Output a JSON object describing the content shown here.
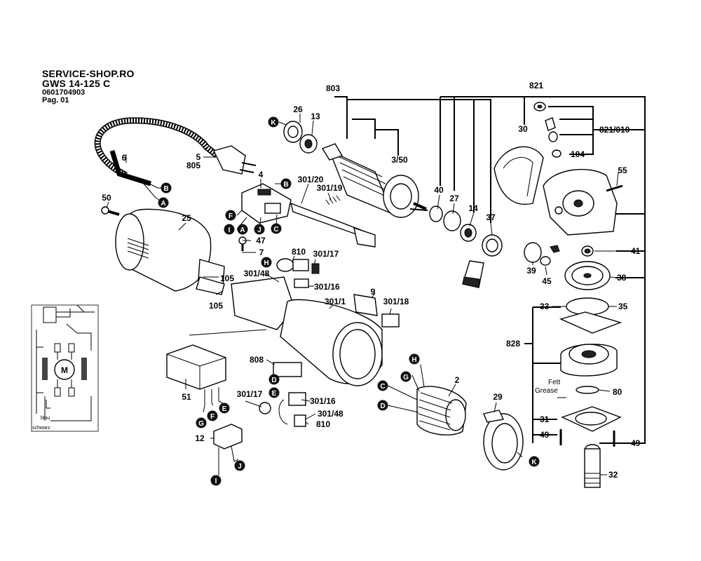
{
  "header": {
    "shop": "SERVICE-SHOP.RO",
    "model": "GWS 14-125 C",
    "part_number": "0601704903",
    "page": "Pag. 01"
  },
  "wiring": {
    "motor": "M",
    "wire_blue": "blau",
    "wire_black": "schwarz"
  },
  "grease_note": [
    "Fett",
    "Grease"
  ],
  "callouts": {
    "A1": "A",
    "B1": "B",
    "B2": "B",
    "F1": "F",
    "I1": "I",
    "A2": "A",
    "J1": "J",
    "C1": "C",
    "H1": "H",
    "K1": "K",
    "H2": "H",
    "G1": "G",
    "C2": "C",
    "D1": "D",
    "D2": "D",
    "E1": "E",
    "K2": "K",
    "G2": "G",
    "F2": "F",
    "E2": "E",
    "I2": "I",
    "J2": "J"
  },
  "part_labels": {
    "p26": "26",
    "p13": "13",
    "p803": "803",
    "p821": "821",
    "p30": "30",
    "p821_010": "821/010",
    "p104": "104",
    "p6": "6",
    "p5": "5",
    "p805": "805",
    "p3_50": "3/50",
    "p4": "4",
    "p301_20": "301/20",
    "p301_19": "301/19",
    "p55": "55",
    "p50": "50",
    "p25": "25",
    "p40": "40",
    "p27": "27",
    "p14": "14",
    "p37": "37",
    "p47": "47",
    "p7": "7",
    "p810a": "810",
    "p301_17a": "301/17",
    "p41": "41",
    "p39": "39",
    "p45": "45",
    "p38": "38",
    "p301_48a": "301/48",
    "p301_16a": "301/16",
    "p105a": "105",
    "p105b": "105",
    "p9": "9",
    "p301_1": "301/1",
    "p301_18": "301/18",
    "p33": "33",
    "p35": "35",
    "p828": "828",
    "p808": "808",
    "p2": "2",
    "p51": "51",
    "p301_17b": "301/17",
    "p301_16b": "301/16",
    "p301_48b": "301/48",
    "p810b": "810",
    "p80": "80",
    "p29": "29",
    "p31": "31",
    "p12": "12",
    "p49a": "49",
    "p49b": "49",
    "p32": "32"
  }
}
